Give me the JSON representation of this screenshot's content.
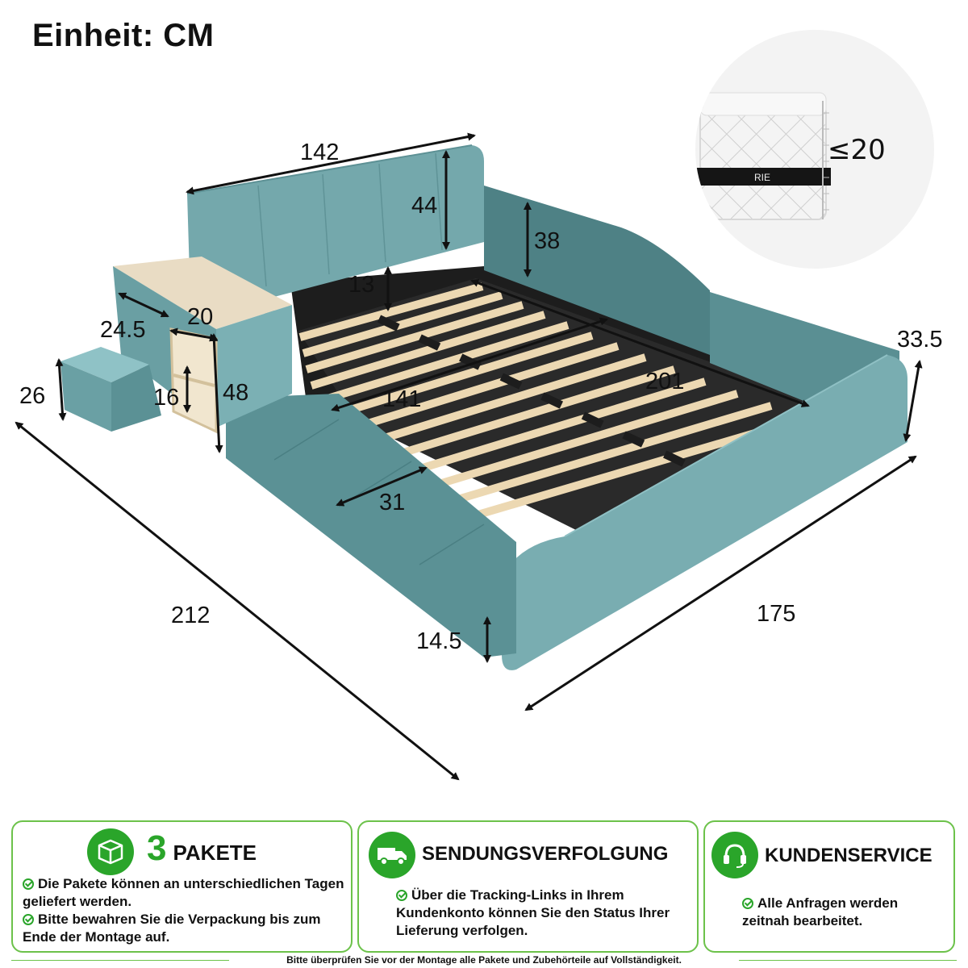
{
  "title": "Einheit: CM",
  "dimensions": {
    "headboard_width": "142",
    "headboard_height": "44",
    "side_rail_height": "38",
    "underbed_clearance": "13",
    "shelf_depth": "24.5",
    "shelf_width": "20",
    "stool_height": "26",
    "shelf_inner": "16",
    "shelf_height": "48",
    "inner_width": "141",
    "inner_length": "201",
    "bench_width": "31",
    "footboard_height": "33.5",
    "overall_length": "212",
    "overall_width": "175",
    "base_height": "14.5",
    "mattress_max": "≤20"
  },
  "colors": {
    "upholstery": "#6fa2a6",
    "upholstery_dark": "#4f8589",
    "slats": "#ecd8b2",
    "frame": "#1d1d1d",
    "green": "#2aa52a"
  },
  "cards": {
    "packages": {
      "number": "3",
      "title": "PAKETE",
      "icon": "package-icon",
      "items": [
        "Die Pakete können an unterschiedlichen Tagen geliefert werden.",
        "Bitte bewahren Sie die Verpackung bis zum Ende der Montage auf."
      ]
    },
    "tracking": {
      "title": "SENDUNGSVERFOLGUNG",
      "icon": "delivery-truck-icon",
      "text": "Über die Tracking-Links in Ihrem Kundenkonto können Sie den Status Ihrer Lieferung verfolgen."
    },
    "service": {
      "title": "KUNDENSERVICE",
      "icon": "headset-icon",
      "text": "Alle Anfragen werden zeitnah bearbeitet."
    }
  },
  "footer": "Bitte überprüfen Sie vor der Montage alle Pakete und Zubehörteile auf Vollständigkeit."
}
